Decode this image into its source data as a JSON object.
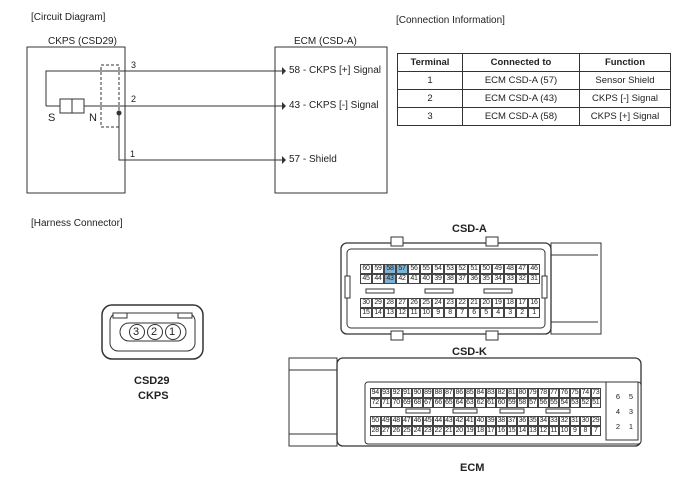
{
  "sections": {
    "circuit_diagram": "[Circuit Diagram]",
    "connection_info": "[Connection Information]",
    "harness_connector": "[Harness Connector]"
  },
  "circuit": {
    "left_box_title": "CKPS (CSD29)",
    "right_box_title": "ECM (CSD-A)",
    "sensor_s": "S",
    "sensor_n": "N",
    "wires": [
      {
        "pin": "3",
        "label": "58 - CKPS [+] Signal"
      },
      {
        "pin": "2",
        "label": "43 - CKPS [-] Signal"
      },
      {
        "pin": "1",
        "label": "57 - Shield"
      }
    ]
  },
  "connection_table": {
    "headers": [
      "Terminal",
      "Connected to",
      "Function"
    ],
    "rows": [
      [
        "1",
        "ECM CSD-A (57)",
        "Sensor Shield"
      ],
      [
        "2",
        "ECM CSD-A (43)",
        "CKPS [-] Signal"
      ],
      [
        "3",
        "ECM CSD-A (58)",
        "CKPS [+] Signal"
      ]
    ]
  },
  "connectors": {
    "csd29_name": "CSD29",
    "csd29_desc": "CKPS",
    "csd29_pins": [
      "3",
      "2",
      "1"
    ],
    "csda_title": "CSD-A",
    "csdk_title": "CSD-K",
    "ecm_title": "ECM",
    "csda_rows": [
      [
        "60",
        "59",
        "58",
        "57",
        "56",
        "55",
        "54",
        "53",
        "52",
        "51",
        "50",
        "49",
        "48",
        "47",
        "46"
      ],
      [
        "45",
        "44",
        "43",
        "42",
        "41",
        "40",
        "39",
        "38",
        "37",
        "36",
        "35",
        "34",
        "33",
        "32",
        "31"
      ],
      [
        "30",
        "29",
        "28",
        "27",
        "26",
        "25",
        "24",
        "23",
        "22",
        "21",
        "20",
        "19",
        "18",
        "17",
        "16"
      ],
      [
        "15",
        "14",
        "13",
        "12",
        "11",
        "10",
        "9",
        "8",
        "7",
        "6",
        "5",
        "4",
        "3",
        "2",
        "1"
      ]
    ],
    "csda_highlighted": [
      "58",
      "57",
      "43"
    ],
    "highlight_color": "#7fb3d5",
    "ecm_rows": [
      [
        "94",
        "93",
        "92",
        "91",
        "90",
        "89",
        "88",
        "87",
        "86",
        "85",
        "84",
        "83",
        "82",
        "81",
        "80",
        "79",
        "78",
        "77",
        "76",
        "75",
        "74",
        "73"
      ],
      [
        "72",
        "71",
        "70",
        "69",
        "68",
        "67",
        "66",
        "65",
        "64",
        "63",
        "62",
        "61",
        "60",
        "59",
        "58",
        "57",
        "56",
        "55",
        "54",
        "53",
        "52",
        "51"
      ],
      [
        "50",
        "49",
        "48",
        "47",
        "46",
        "45",
        "44",
        "43",
        "42",
        "41",
        "40",
        "39",
        "38",
        "37",
        "36",
        "35",
        "34",
        "33",
        "32",
        "31",
        "30",
        "29"
      ],
      [
        "28",
        "27",
        "26",
        "25",
        "24",
        "23",
        "22",
        "21",
        "20",
        "19",
        "18",
        "17",
        "16",
        "15",
        "14",
        "13",
        "12",
        "11",
        "10",
        "9",
        "8",
        "7"
      ]
    ],
    "ecm_side": [
      [
        "6",
        "5"
      ],
      [
        "4",
        "3"
      ],
      [
        "2",
        "1"
      ]
    ]
  }
}
